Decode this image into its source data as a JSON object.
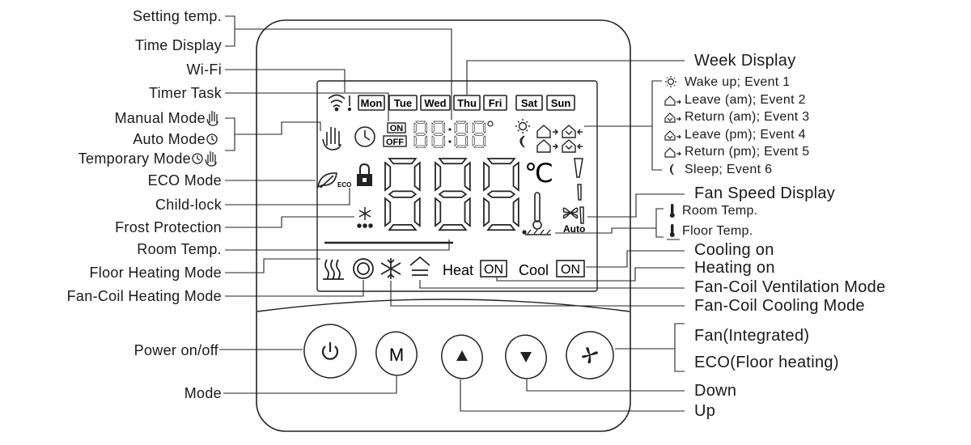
{
  "labels": {
    "setting_temp": "Setting temp.",
    "time_display": "Time Display",
    "wifi": "Wi-Fi",
    "timer_task": "Timer Task",
    "manual_mode": "Manual Mode",
    "auto_mode": "Auto Mode",
    "temporary_mode": "Temporary Mode",
    "eco_mode": "ECO Mode",
    "child_lock": "Child-lock",
    "frost_protection": "Frost Protection",
    "room_temp_left": "Room Temp.",
    "floor_heating_mode": "Floor Heating Mode",
    "fan_coil_heating_mode": "Fan-Coil Heating Mode",
    "power": "Power on/off",
    "mode": "Mode",
    "week_display": "Week Display",
    "fan_speed_display": "Fan Speed Display",
    "room_temp_right": "Room Temp.",
    "floor_temp": "Floor Temp.",
    "cooling_on": "Cooling on",
    "heating_on": "Heating on",
    "fan_coil_ventilation_mode": "Fan-Coil Ventilation Mode",
    "fan_coil_cooling_mode": "Fan-Coil Cooling Mode",
    "fan_integrated": "Fan(Integrated)",
    "eco_floor_heating": "ECO(Floor heating)",
    "down": "Down",
    "up": "Up"
  },
  "events": [
    "Wake up; Event 1",
    "Leave (am); Event 2",
    "Return (am); Event 3",
    "Leave (pm); Event 4",
    "Return (pm); Event 5",
    "Sleep; Event 6"
  ],
  "lcd": {
    "days": [
      "Mon",
      "Tue",
      "Wed",
      "Thu",
      "Fri",
      "Sat",
      "Sun"
    ],
    "on": "ON",
    "off": "OFF",
    "eco": "ECO",
    "deg_c": "℃",
    "auto": "Auto",
    "heat": "Heat",
    "cool": "Cool",
    "heat_on": "ON",
    "cool_on": "ON"
  },
  "buttons": {
    "mode": "M"
  }
}
